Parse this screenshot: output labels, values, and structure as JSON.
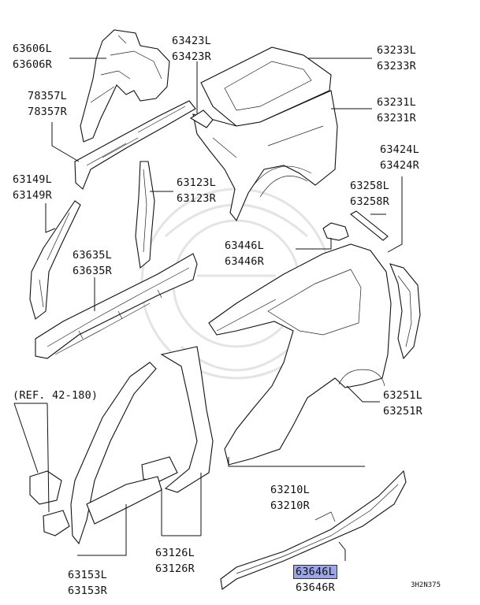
{
  "labels": {
    "p63606": [
      "63606L",
      "63606R"
    ],
    "p78357": [
      "78357L",
      "78357R"
    ],
    "p63149": [
      "63149L",
      "63149R"
    ],
    "p63123": [
      "63123L",
      "63123R"
    ],
    "p63423": [
      "63423L",
      "63423R"
    ],
    "p63233": [
      "63233L",
      "63233R"
    ],
    "p63231": [
      "63231L",
      "63231R"
    ],
    "p63424": [
      "63424L",
      "63424R"
    ],
    "p63258": [
      "63258L",
      "63258R"
    ],
    "p63446": [
      "63446L",
      "63446R"
    ],
    "p63635": [
      "63635L",
      "63635R"
    ],
    "p63251": [
      "63251L",
      "63251R"
    ],
    "ref": "(REF. 42-180)",
    "p63210": [
      "63210L",
      "63210R"
    ],
    "p63126": [
      "63126L",
      "63126R"
    ],
    "p63153": [
      "63153L",
      "63153R"
    ],
    "p63646": [
      "63646L",
      "63646R"
    ]
  },
  "diagram_code": "3H2N375",
  "highlight_color": "#9aa6e6"
}
